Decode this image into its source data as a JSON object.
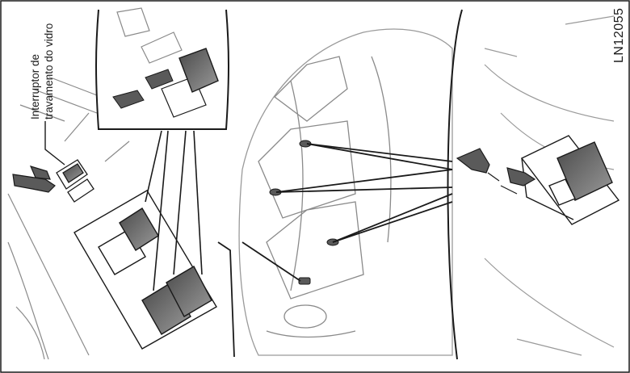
{
  "figure": {
    "callout_line1": "Interruptor de",
    "callout_line2": "travamento do vidro",
    "figure_code": "LN12055"
  },
  "colors": {
    "line": "#1a1a1a",
    "light_line": "#9a9a9a",
    "switch_fill_dark": "#5a5a5a",
    "switch_fill_mid": "#8c8c8c",
    "background": "#ffffff"
  },
  "icons": [
    "hand-pointer-icon",
    "press-arrow-icon"
  ]
}
